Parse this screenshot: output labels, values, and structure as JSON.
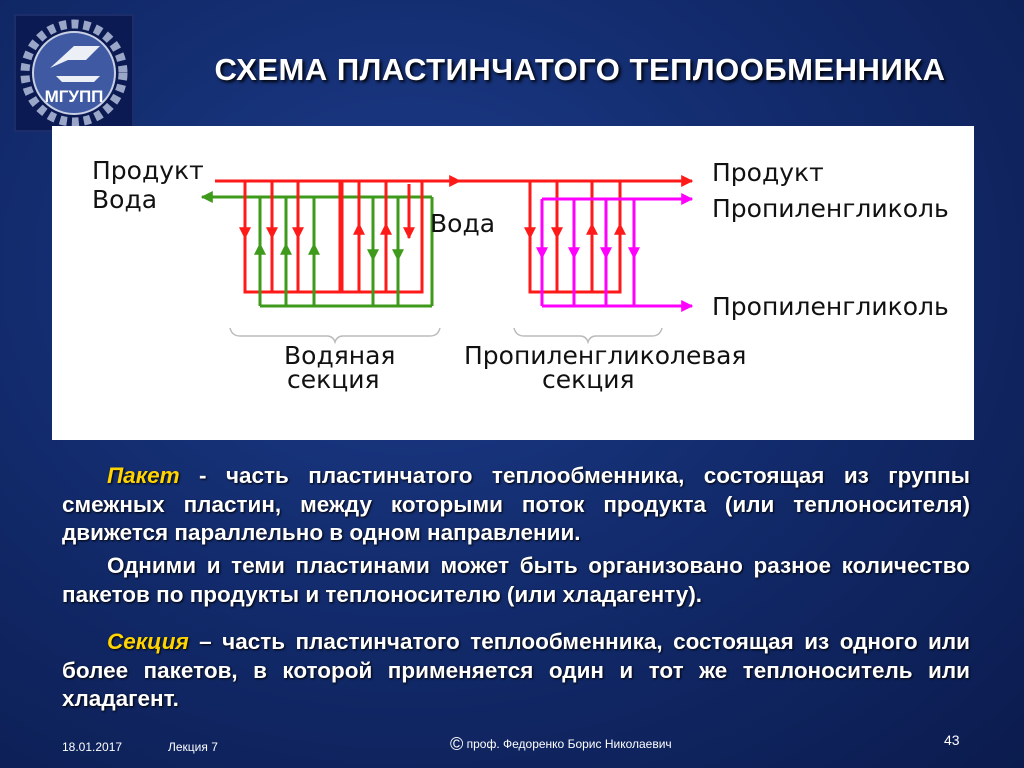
{
  "header": {
    "logo_text": "МГУПП",
    "title": "СХЕМА ПЛАСТИНЧАТОГО ТЕПЛООБМЕННИКА"
  },
  "diagram": {
    "left_top_1": "Продукт",
    "left_top_2": "Вода",
    "middle_label": "Вода",
    "right_top_1": "Продукт",
    "right_top_2": "Пропиленгликоль",
    "right_bottom": "Пропиленгликоль",
    "section1_line1": "Водяная",
    "section1_line2": "секция",
    "section2_line1": "Пропиленгликолевая",
    "section2_line2": "секция",
    "colors": {
      "product": "#ff1a1a",
      "water": "#3e9a1a",
      "glycol": "#ff00ff"
    }
  },
  "definitions": {
    "packet_term": "Пакет",
    "packet_text": " - часть пластинчатого теплообменника, состоящая из группы смежных пластин, между которыми поток продукта (или теплоносителя) движется параллельно в одном направлении.",
    "note_text": "Одними и теми пластинами может быть организовано разное количество пакетов по продукты и теплоносителю (или хладагенту).",
    "section_term": "Секция",
    "section_text": " – часть пластинчатого теплообменника, состоящая из одного или более пакетов, в которой применяется один и тот же теплоноситель или хладагент."
  },
  "footer": {
    "date": "18.01.2017",
    "lecture": "Лекция 7",
    "copyright_symbol": "©",
    "author": " проф. Федоренко Борис Николаевич",
    "page": "43"
  }
}
